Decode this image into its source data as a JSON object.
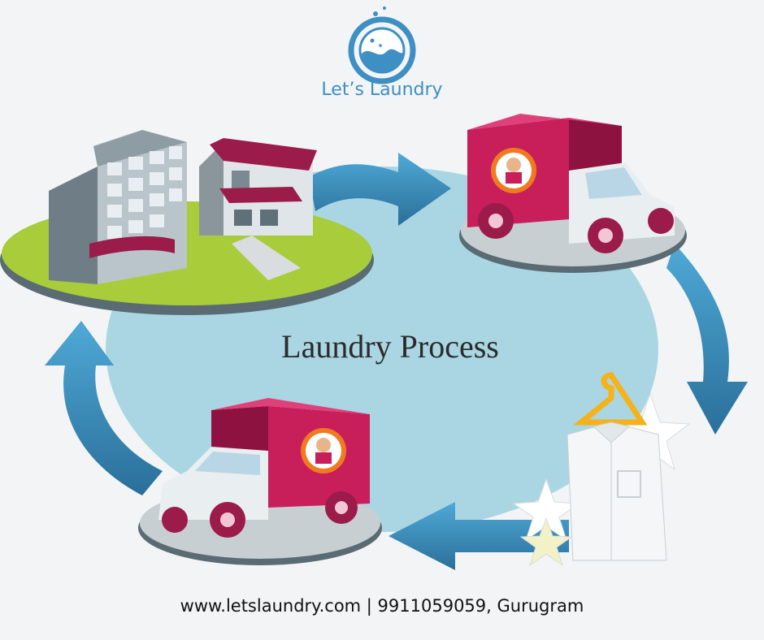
{
  "brand": {
    "name": "Let’s Laundry",
    "logo_icon": "washing-machine-icon"
  },
  "diagram": {
    "title": "Laundry Process",
    "steps": [
      {
        "id": "home",
        "icon": "buildings-house-icon"
      },
      {
        "id": "pickup",
        "icon": "delivery-truck-icon"
      },
      {
        "id": "clean",
        "icon": "clean-shirt-hanger-icon"
      },
      {
        "id": "delivery",
        "icon": "delivery-truck-icon"
      }
    ]
  },
  "colors": {
    "accent": "#3d8fc4",
    "truck_box": "#c81f5a",
    "arrow": "#3a93c2",
    "lawn": "#a8cc3a",
    "disc": "#a9d6e2"
  },
  "footer": {
    "text": "www.letslaundry.com | 9911059059, Gurugram"
  }
}
